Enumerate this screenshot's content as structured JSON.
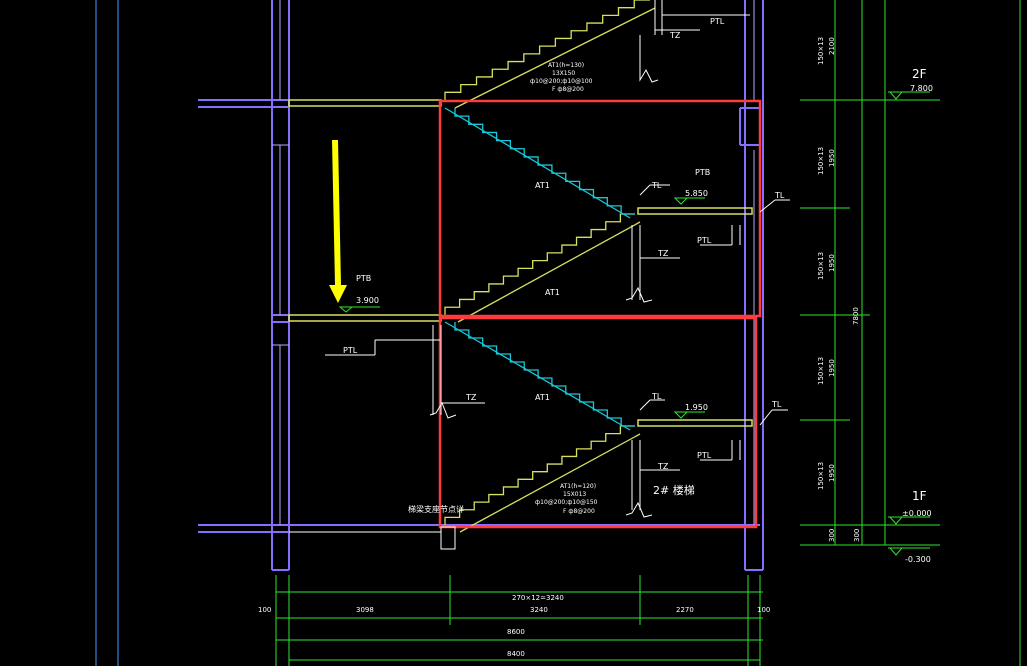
{
  "colors": {
    "background": "#000000",
    "wall": "#8a6cff",
    "wall_light": "#b7a8ff",
    "stair": "#d8e060",
    "stair_under": "#18c8d8",
    "dim": "#2be82b",
    "text": "#ffffff",
    "highlight": "#ff3b3b",
    "arrow": "#ffff00",
    "guide": "#3aa0ff"
  },
  "labels": {
    "floor_2f": "2F",
    "elev_2f": "7.800",
    "floor_1f": "1F",
    "elev_1f": "±0.000",
    "elev_ground": "-0.300",
    "ptb_left": "PTB",
    "elev_landing_left": "3.900",
    "ptb_right": "PTB",
    "elev_landing_upper": "5.850",
    "elev_landing_lower": "1.950",
    "tz_top": "TZ",
    "ptl_top": "PTL",
    "at1_top_a": "AT1",
    "at1_top_b": "AT1",
    "tl_upper": "TL",
    "tl_upper_side": "TL",
    "tz_upper": "TZ",
    "ptl_upper": "PTL",
    "ptl_left": "PTL",
    "tz_left": "TZ",
    "at1_lower": "AT1",
    "tl_lower": "TL",
    "tl_lower_side": "TL",
    "tz_lower": "TZ",
    "ptl_lower": "PTL",
    "stair_name": "2# 楼梯",
    "stair_base_note": "梯梁支座节点详",
    "at1_spec_top_1": "AT1(h=130)",
    "at1_spec_top_2": "13X150",
    "at1_spec_top_3": "ф10@200;ф10@100",
    "at1_spec_top_4": "F ф8@200",
    "at1_spec_low_1": "AT1(h=120)",
    "at1_spec_low_2": "15X013",
    "at1_spec_low_3": "ф10@200;ф10@150",
    "at1_spec_low_4": "F ф8@200",
    "dim_seg_bottom": "270×12=3240",
    "dim_100_left": "100",
    "dim_3098": "3098",
    "dim_3240": "3240",
    "dim_2270": "2270",
    "dim_100_right": "100",
    "dim_8600": "8600",
    "dim_8400": "8400",
    "vdim_top": "150×13",
    "vdim_top_val": "2100",
    "vdim_1950_a_label": "150×13",
    "vdim_1950_a": "1950",
    "vdim_1950_b_label": "150×13",
    "vdim_1950_b": "1950",
    "vdim_1950_c_label": "150×13",
    "vdim_1950_c": "1950",
    "vdim_1950_d_label": "150×13",
    "vdim_1950_d": "1950",
    "vdim_total": "7800",
    "vdim_300_a": "300",
    "vdim_300_b": "300"
  }
}
